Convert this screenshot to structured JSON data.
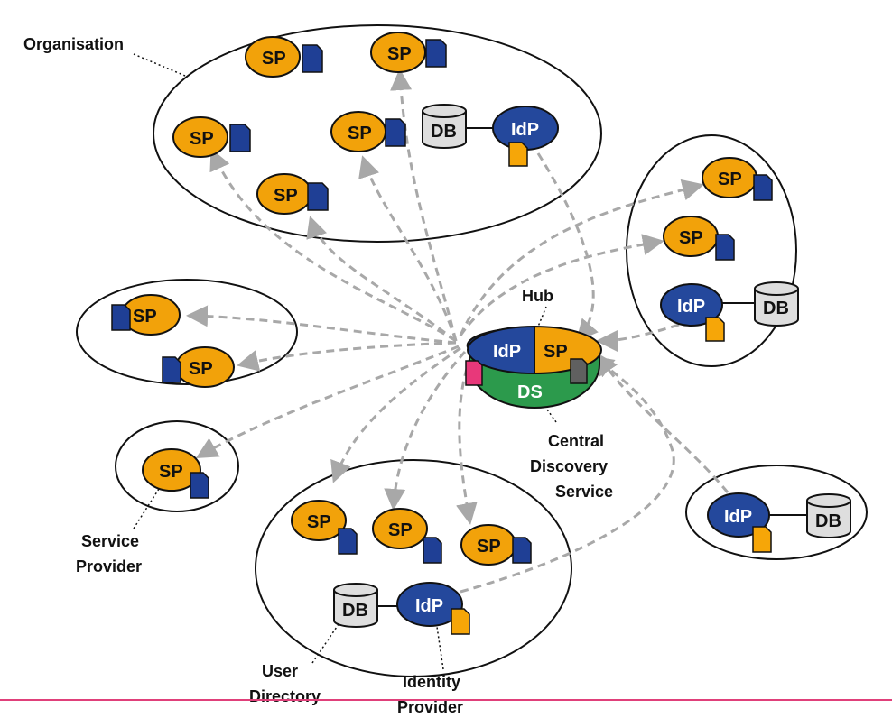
{
  "labels": {
    "organisation": "Organisation",
    "hub": "Hub",
    "central_discovery": [
      "Central",
      "Discovery",
      "Service"
    ],
    "service_provider": [
      "Service",
      "Provider"
    ],
    "user_directory": [
      "User",
      "Directory"
    ],
    "identity_provider": [
      "Identity",
      "Provider"
    ]
  },
  "node_text": {
    "sp": "SP",
    "idp": "IdP",
    "db": "DB",
    "ds": "DS"
  },
  "colors": {
    "sp": "#f2a20a",
    "idp": "#24489c",
    "doc_blue": "#1f3f95",
    "doc_orange": "#f6a608",
    "db": "#dedede",
    "ds": "#2c9a4c",
    "hub_left_tag": "#e8387a",
    "hub_right_tag": "#606060",
    "arrow": "#a8a8a8",
    "bottom_rule": "#e0407a"
  }
}
